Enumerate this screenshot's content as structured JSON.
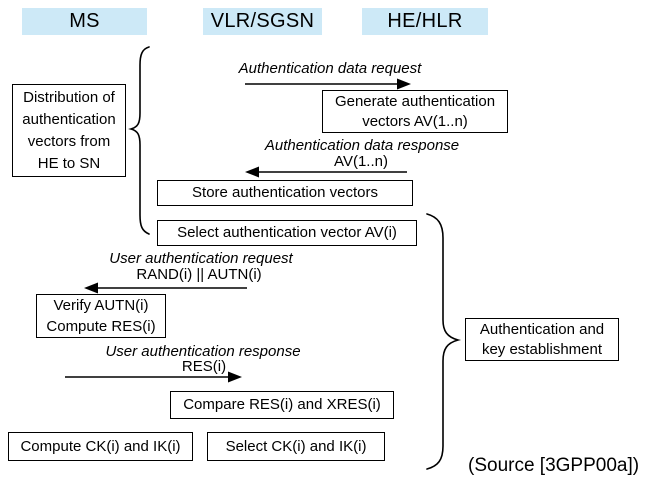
{
  "colors": {
    "header_bg": "#cde9f7",
    "stroke": "#000000",
    "background": "#ffffff"
  },
  "actors": [
    {
      "label": "MS"
    },
    {
      "label": "VLR/SGSN"
    },
    {
      "label": "HE/HLR"
    }
  ],
  "messages": [
    {
      "label": "Authentication data request",
      "payload": "",
      "direction": "right",
      "from": "VLR/SGSN",
      "to": "HE/HLR"
    },
    {
      "label": "Authentication data response",
      "payload": "AV(1..n)",
      "direction": "left",
      "from": "HE/HLR",
      "to": "VLR/SGSN"
    },
    {
      "label": "User authentication request",
      "payload": "RAND(i) || AUTN(i)",
      "direction": "left",
      "from": "VLR/SGSN",
      "to": "MS"
    },
    {
      "label": "User authentication response",
      "payload": "RES(i)",
      "direction": "right",
      "from": "MS",
      "to": "VLR/SGSN"
    }
  ],
  "boxes": {
    "distribution": "Distribution of\nauthentication\nvectors from\nHE to SN",
    "generate": "Generate authentication\nvectors AV(1..n)",
    "store": "Store authentication vectors",
    "select_av": "Select authentication vector AV(i)",
    "verify": "Verify AUTN(i)\nCompute RES(i)",
    "compare": "Compare RES(i) and XRES(i)",
    "compute_ck": "Compute CK(i) and IK(i)",
    "select_ck": "Select CK(i) and IK(i)",
    "auth_key": "Authentication and\nkey establishment"
  },
  "source": "(Source [3GPP00a])"
}
